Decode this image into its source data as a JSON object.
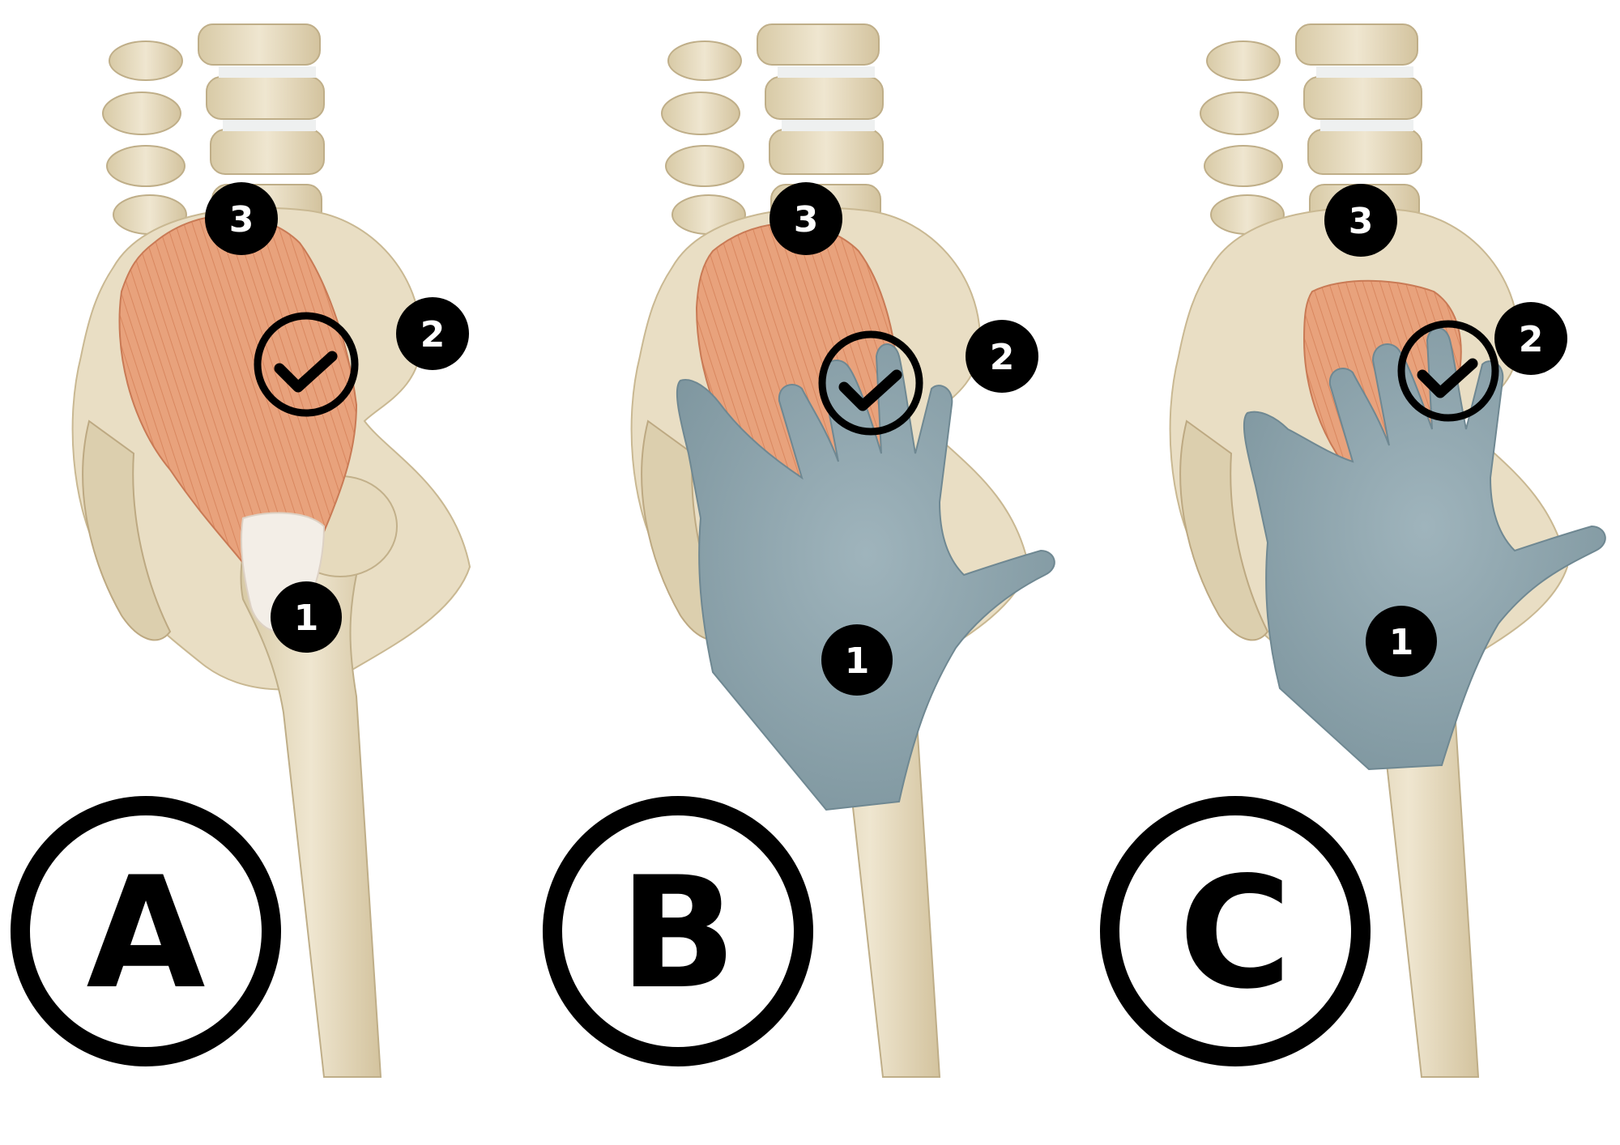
{
  "panels": [
    {
      "letter": "A",
      "markers": [
        "1",
        "2",
        "3"
      ],
      "hand": false
    },
    {
      "letter": "B",
      "markers": [
        "1",
        "2",
        "3"
      ],
      "hand": true
    },
    {
      "letter": "C",
      "markers": [
        "1",
        "2",
        "3"
      ],
      "hand": true
    }
  ],
  "colors": {
    "bone": "#eadfc6",
    "bone_shadow": "#cdbd98",
    "muscle": "#e8a27c",
    "muscle_fibre": "#d9875f",
    "tendon": "#f2ece4",
    "hand": "#93a9b2",
    "hand_shadow": "#6f8892",
    "marker": "#000000",
    "background": "#ffffff"
  },
  "icons": [
    "check-circle-icon",
    "hand-icon"
  ]
}
